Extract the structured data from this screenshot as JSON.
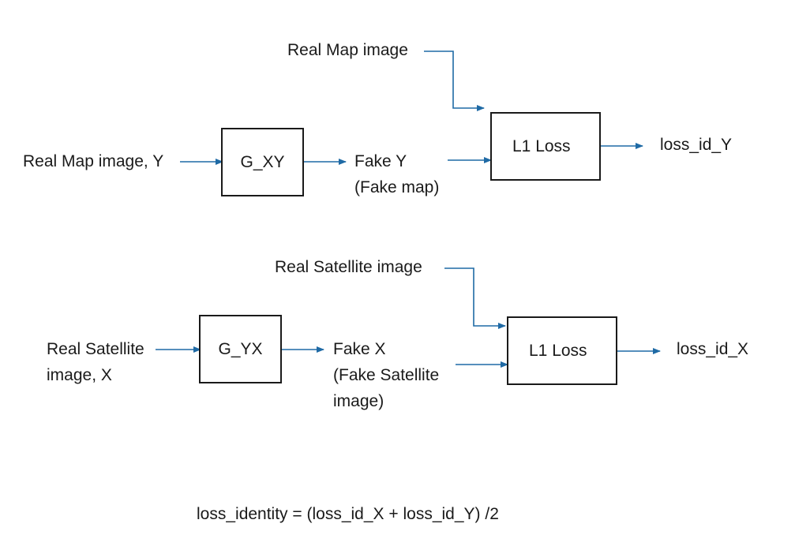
{
  "top": {
    "real_map_label": "Real Map image",
    "input_label": "Real Map image, Y",
    "generator": "G_XY",
    "fake_label_line1": "Fake Y",
    "fake_label_line2": "(Fake map)",
    "loss_box": "L1 Loss",
    "output": "loss_id_Y"
  },
  "bottom": {
    "real_sat_label": "Real Satellite image",
    "input_label_line1": "Real Satellite",
    "input_label_line2": "image, X",
    "generator": "G_YX",
    "fake_label_line1": "Fake X",
    "fake_label_line2": "(Fake Satellite",
    "fake_label_line3": "image)",
    "loss_box": "L1 Loss",
    "output": "loss_id_X"
  },
  "formula": "loss_identity = (loss_id_X + loss_id_Y) /2",
  "colors": {
    "arrow": "#1f6aa5",
    "text": "#1a1a1a",
    "box_border": "#1a1a1a"
  }
}
